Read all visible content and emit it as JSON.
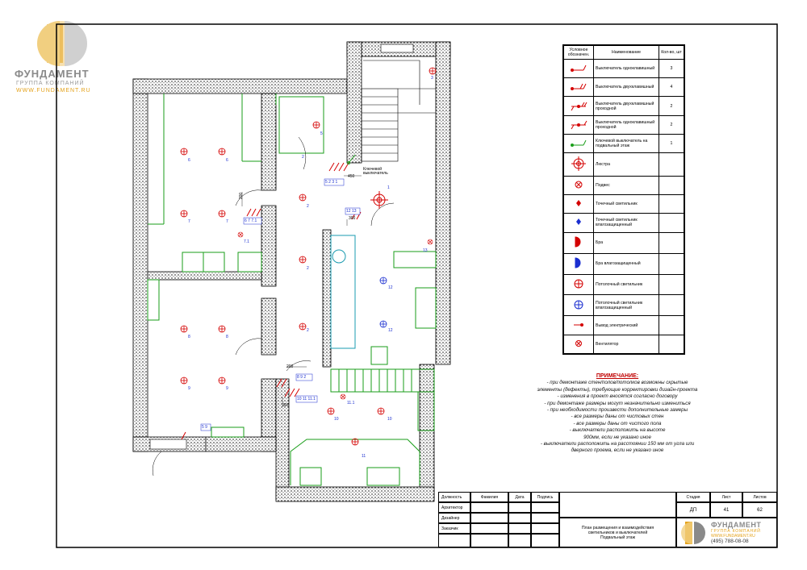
{
  "company": {
    "name": "ФУНДАМЕНТ",
    "subtitle": "ГРУППА КОМПАНИЙ",
    "website": "WWW.FUNDAMENT.RU",
    "phone": "(495) 788-08-08",
    "brand_color": "#e4a21b",
    "brand_grey": "#8a8a8a"
  },
  "legend": {
    "headers": [
      "Условное обозначен.",
      "Наименование",
      "Кол-во, шт"
    ],
    "rows": [
      {
        "icon": "switch-single-icon",
        "name": "Выключатель одноклавишный",
        "qty": "3"
      },
      {
        "icon": "switch-double-icon",
        "name": "Выключатель двухклавишный",
        "qty": "4"
      },
      {
        "icon": "switch-double-pass-icon",
        "name": "Выключатель двухклавишный проходной",
        "qty": "2"
      },
      {
        "icon": "switch-single-pass-icon",
        "name": "Выключатель одноклавишный проходной",
        "qty": "2"
      },
      {
        "icon": "key-switch-icon",
        "name": "Ключевой выключатель на подвальный этаж",
        "qty": "1"
      },
      {
        "icon": "chandelier-icon",
        "name": "Люстра",
        "qty": ""
      },
      {
        "icon": "pendant-icon",
        "name": "Подвес",
        "qty": ""
      },
      {
        "icon": "spotlight-icon",
        "name": "Точечный светильник",
        "qty": ""
      },
      {
        "icon": "spotlight-waterproof-icon",
        "name": "Точечный светильник влагозащищенный",
        "qty": ""
      },
      {
        "icon": "sconce-icon",
        "name": "Бра",
        "qty": ""
      },
      {
        "icon": "sconce-waterproof-icon",
        "name": "Бра влагозащищенный",
        "qty": ""
      },
      {
        "icon": "ceiling-light-icon",
        "name": "Потолочный светильник",
        "qty": ""
      },
      {
        "icon": "ceiling-light-waterproof-icon",
        "name": "Потолочный светильник влагозащищенный",
        "qty": ""
      },
      {
        "icon": "electric-outlet-icon",
        "name": "Вывод электрический",
        "qty": ""
      },
      {
        "icon": "fan-icon",
        "name": "Вентилятор",
        "qty": ""
      }
    ]
  },
  "notes": {
    "title": "ПРИМЕЧАНИЕ:",
    "lines": [
      "- при демонтаже стен/полов/потолков возможны скрытые",
      "элементы (дефекты), требующие корректировки дизайн-проекта",
      "- изменения в проект вносятся согласно договору",
      "- при демонтаже размеры могут незначительно измениться",
      "- при необходимости произвести дополнительные замеры",
      "- все размеры даны от чистовых стен",
      "- все размеры даны от чистого пола",
      "- выключатели расположить на высоте",
      "900мм, если не указано иное",
      "- выключатели расположить на расстоянии 150 мм от угла или",
      "дверного проема, если не указано иное"
    ]
  },
  "plan": {
    "key_switch_label": "Ключевой выключатель",
    "dims": [
      "450",
      "200",
      "300",
      "200",
      "300"
    ],
    "switch_groups": [
      "5 2 3 1",
      "6 7 7.1",
      "12 13",
      "8 9 2",
      "10 11 11.1",
      "5 9"
    ],
    "room_labels": [
      "1",
      "2",
      "2",
      "2",
      "2",
      "3",
      "5",
      "6",
      "6",
      "7",
      "7",
      "7.1",
      "8",
      "8",
      "9",
      "9",
      "10",
      "10",
      "11",
      "11.1",
      "12",
      "12",
      "13"
    ]
  },
  "title_block": {
    "row_labels": [
      "Должность",
      "Архитектор",
      "Дизайнер",
      "Заказчик"
    ],
    "col_headers": [
      "Фамилия",
      "Дата",
      "Подпись"
    ],
    "stage_header": "Стадия",
    "sheet_header": "Лист",
    "sheets_header": "Листов",
    "stage": "ДП",
    "sheet": "41",
    "sheets": "62",
    "description_lines": [
      "План размещения и взаимодействия",
      "светильников и выключателей",
      "Подвальный этаж"
    ]
  }
}
